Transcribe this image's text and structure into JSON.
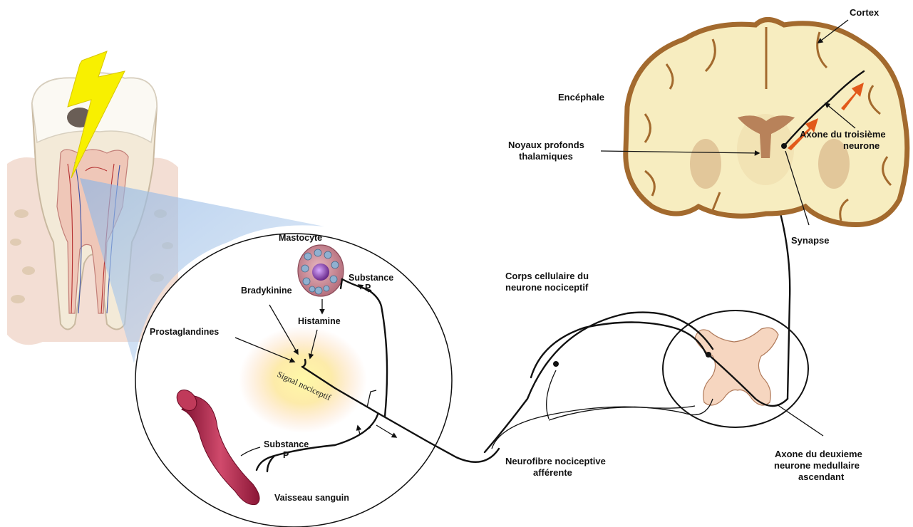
{
  "labels": {
    "cortex": "Cortex",
    "encephale": "Encéphale",
    "noyaux_line1": "Noyaux profonds",
    "noyaux_line2": "thalamiques",
    "axone3_line1": "Axone du troisième",
    "axone3_line2": "neurone",
    "synapse": "Synapse",
    "corps_line1": "Corps cellulaire du",
    "corps_line2": "neurone nociceptif",
    "neurofibre_line1": "Neurofibre  nociceptive",
    "neurofibre_line2": "afférente",
    "axone2_line1": "Axone du deuxieme",
    "axone2_line2": "neurone medullaire",
    "axone2_line3": "ascendant",
    "mastocyte": "Mastocyte",
    "substance_p_top_line1": "Substance",
    "substance_p_top_line2": "P",
    "bradykinine": "Bradykinine",
    "histamine": "Histamine",
    "prostaglandines": "Prostaglandines",
    "signal": "Signal nociceptif",
    "substance_p_bottom_line1": "Substance",
    "substance_p_bottom_line2": "P",
    "vaisseau": "Vaisseau sanguin"
  },
  "colors": {
    "brain_tissue": "#f7edc0",
    "brain_border": "#a36a2e",
    "brain_deep": "#e2c79a",
    "thalamus": "#b8825a",
    "spinal_grey": "#f6d6c0",
    "arrow_orange": "#e2591a",
    "lightning": "#f8f000",
    "vessel": "#b0264a",
    "mastocyte": "#c98a96",
    "zoom_blue": "#a9c8ea"
  }
}
